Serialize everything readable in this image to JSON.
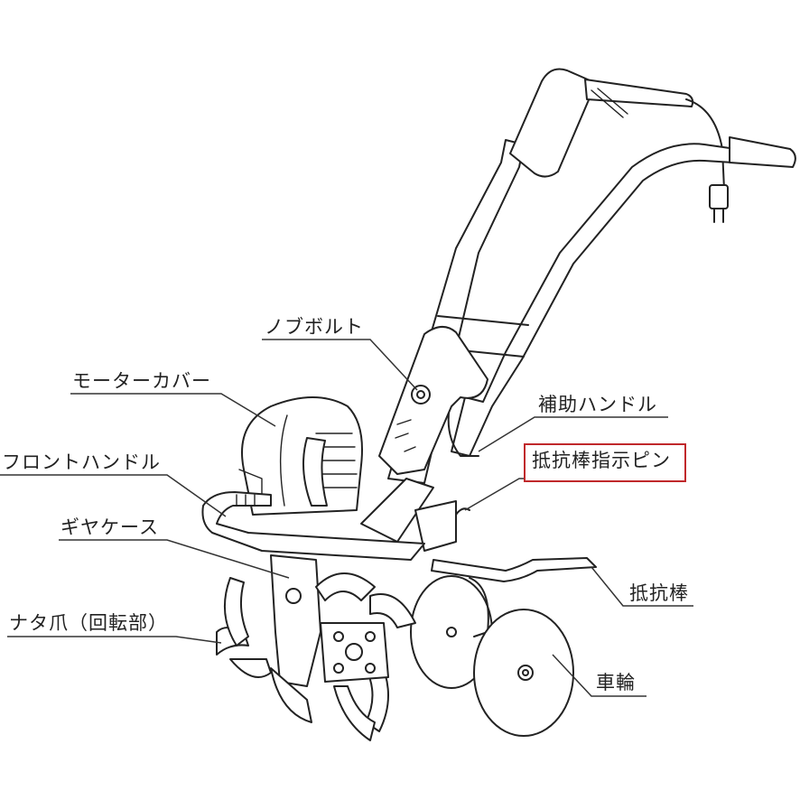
{
  "diagram": {
    "labels": {
      "knob_bolt": "ノブボルト",
      "motor_cover": "モーターカバー",
      "front_handle": "フロントハンドル",
      "aux_handle": "補助ハンドル",
      "resistance_pin": "抵抗棒指示ピン",
      "gear_case": "ギヤケース",
      "resistance_bar": "抵抗棒",
      "tines": "ナタ爪（回転部）",
      "wheel": "車輪"
    },
    "highlight_color": "#c0282b",
    "highlighted_label": "resistance_pin"
  }
}
